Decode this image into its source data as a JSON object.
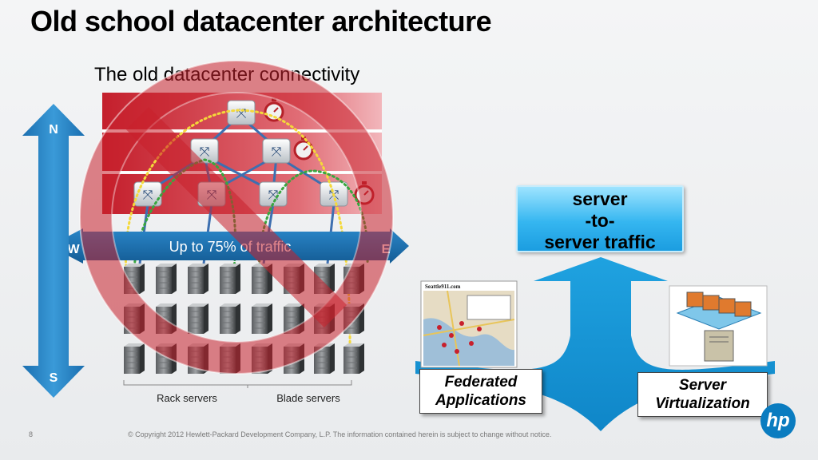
{
  "slide": {
    "title": "Old school datacenter architecture",
    "subtitle": "The old datacenter connectivity",
    "compass": {
      "north": "N",
      "south": "S",
      "west": "W",
      "east": "E"
    },
    "traffic_label": "Up to 75% of traffic",
    "server_labels": {
      "rack": "Rack servers",
      "blade": "Blade servers"
    },
    "server_to_server": {
      "line1": "server",
      "line2": "-to-",
      "line3": "server traffic"
    },
    "federated": {
      "line1": "Federated",
      "line2": "Applications"
    },
    "virtualization": {
      "line1": "Server",
      "line2": "Virtualization"
    },
    "map_thumbnail_title": "Seattle911.com",
    "page_number": "8",
    "copyright": "© Copyright 2012 Hewlett-Packard Development Company, L.P.  The information contained herein is subject to change without notice.",
    "logo_text": "hp"
  },
  "colors": {
    "accent_blue": "#1a78bd",
    "arrow_blue": "#1e9ad6",
    "prohibition_red": "#c8202c",
    "band_red": "#c8202c"
  }
}
